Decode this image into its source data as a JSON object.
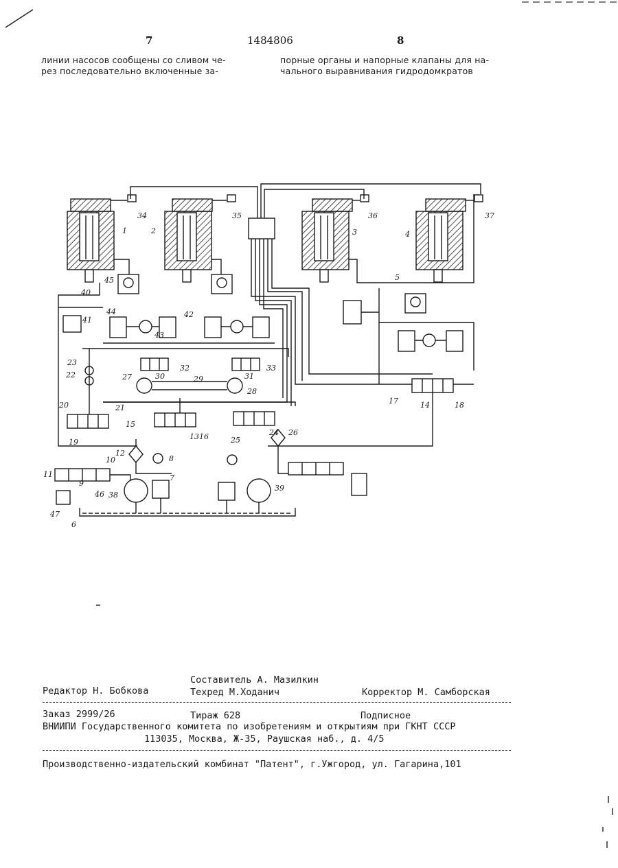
{
  "header": {
    "page_left": "7",
    "patent_number": "1484806",
    "page_right": "8"
  },
  "column_text": {
    "left_line1": "линии насосов сообщены со сливом че-",
    "left_line2": "рез последовательно включенные за-",
    "right_line1": "порные органы и напорные клапаны для на-",
    "right_line2": "чального выравнивания гидродомкратов"
  },
  "diagram": {
    "labels": [
      "1",
      "2",
      "3",
      "4",
      "5",
      "6",
      "7",
      "8",
      "9",
      "10",
      "11",
      "12",
      "13",
      "14",
      "15",
      "16",
      "17",
      "18",
      "19",
      "20",
      "21",
      "22",
      "23",
      "24",
      "25",
      "26",
      "27",
      "28",
      "29",
      "30",
      "31",
      "32",
      "33",
      "34",
      "35",
      "36",
      "37",
      "38",
      "39",
      "40",
      "41",
      "42",
      "43",
      "44",
      "45",
      "46",
      "47"
    ]
  },
  "colophon": {
    "compiler": "Составитель А. Мазилкин",
    "editor": "Редактор Н. Бобкова",
    "techred": "Техред  М.Ходанич",
    "corrector": "Корректор М.  Самборская",
    "order": "Заказ 2999/26",
    "circulation": "Тираж 628",
    "subscription": "Подписное",
    "institute": "ВНИИПИ Государственного комитета по изобретениям и открытиям при ГКНТ СССР",
    "address": "113035, Москва, Ж-35, Раушская наб., д. 4/5",
    "publisher": "Производственно-издательский комбинат \"Патент\", г.Ужгород, ул. Гагарина,101"
  }
}
